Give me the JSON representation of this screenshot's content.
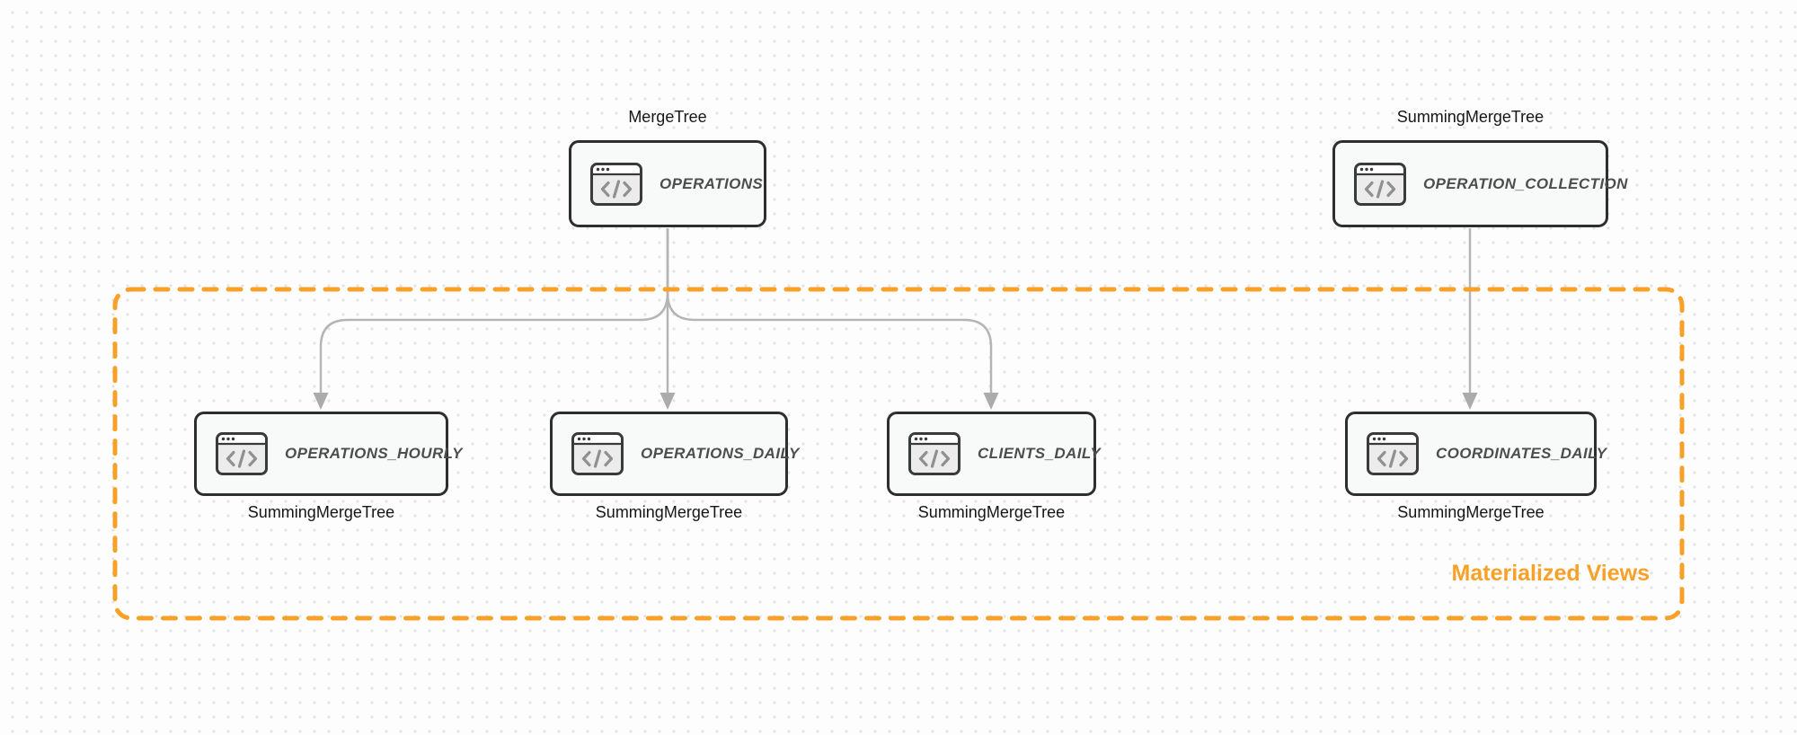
{
  "diagram": {
    "background": {
      "canvas_color": "#fdfdfd",
      "dot_color": "#e3e3e3"
    },
    "colors": {
      "node_border": "#2e2e2e",
      "node_fill": "#f8f9f9",
      "node_text": "#4d4d4d",
      "engine_text": "#161616",
      "connector": "#b5b5b5",
      "arrowhead": "#ababab"
    },
    "group_box": {
      "label": "Materialized Views",
      "border_color": "#F7A128",
      "label_color": "#F7A128",
      "border_style": "dashed"
    },
    "nodes": [
      {
        "id": "operations",
        "title": "OPERATIONS",
        "engine": "MergeTree",
        "engine_label_position": "top",
        "icon": "code-window-icon",
        "inside_group": false
      },
      {
        "id": "operation-collection",
        "title": "OPERATION_COLLECTION",
        "engine": "SummingMergeTree",
        "engine_label_position": "top",
        "icon": "code-window-icon",
        "inside_group": false
      },
      {
        "id": "operations-hourly",
        "title": "OPERATIONS_HOURLY",
        "engine": "SummingMergeTree",
        "engine_label_position": "bottom",
        "icon": "code-window-icon",
        "inside_group": true
      },
      {
        "id": "operations-daily",
        "title": "OPERATIONS_DAILY",
        "engine": "SummingMergeTree",
        "engine_label_position": "bottom",
        "icon": "code-window-icon",
        "inside_group": true
      },
      {
        "id": "clients-daily",
        "title": "CLIENTS_DAILY",
        "engine": "SummingMergeTree",
        "engine_label_position": "bottom",
        "icon": "code-window-icon",
        "inside_group": true
      },
      {
        "id": "coordinates-daily",
        "title": "COORDINATES_DAILY",
        "engine": "SummingMergeTree",
        "engine_label_position": "bottom",
        "icon": "code-window-icon",
        "inside_group": true
      }
    ],
    "edges": [
      {
        "from": "operations",
        "to": "operations-hourly"
      },
      {
        "from": "operations",
        "to": "operations-daily"
      },
      {
        "from": "operations",
        "to": "clients-daily"
      },
      {
        "from": "operation-collection",
        "to": "coordinates-daily"
      }
    ]
  }
}
